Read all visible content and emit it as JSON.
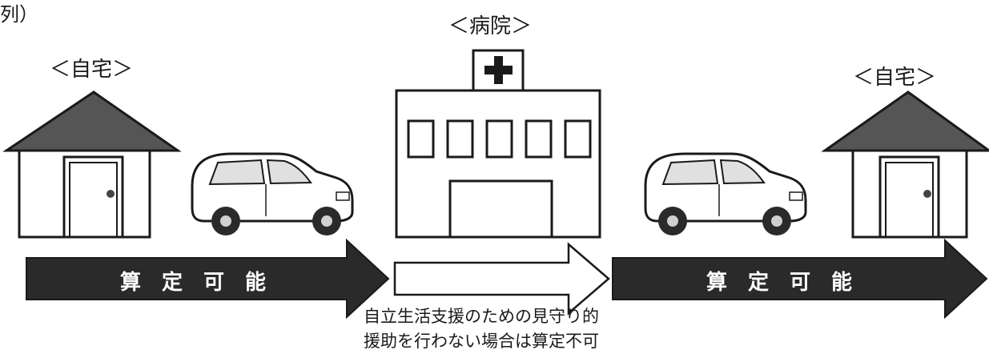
{
  "corner_label": "列）",
  "labels": {
    "home_left": "＜自宅＞",
    "hospital": "＜病院＞",
    "home_right": "＜自宅＞"
  },
  "arrows": {
    "left": "算定可能",
    "right": "算定可能"
  },
  "note": {
    "line1": "自立生活支援のための見守り的",
    "line2": "援助を行わない場合は算定不可"
  },
  "colors": {
    "roof": "#555555",
    "arrow_fill": "#2a2a2a",
    "outline": "#1a1a1a"
  },
  "icons": [
    "house-icon",
    "car-icon",
    "hospital-icon",
    "medical-cross-icon",
    "house-icon",
    "car-icon"
  ]
}
